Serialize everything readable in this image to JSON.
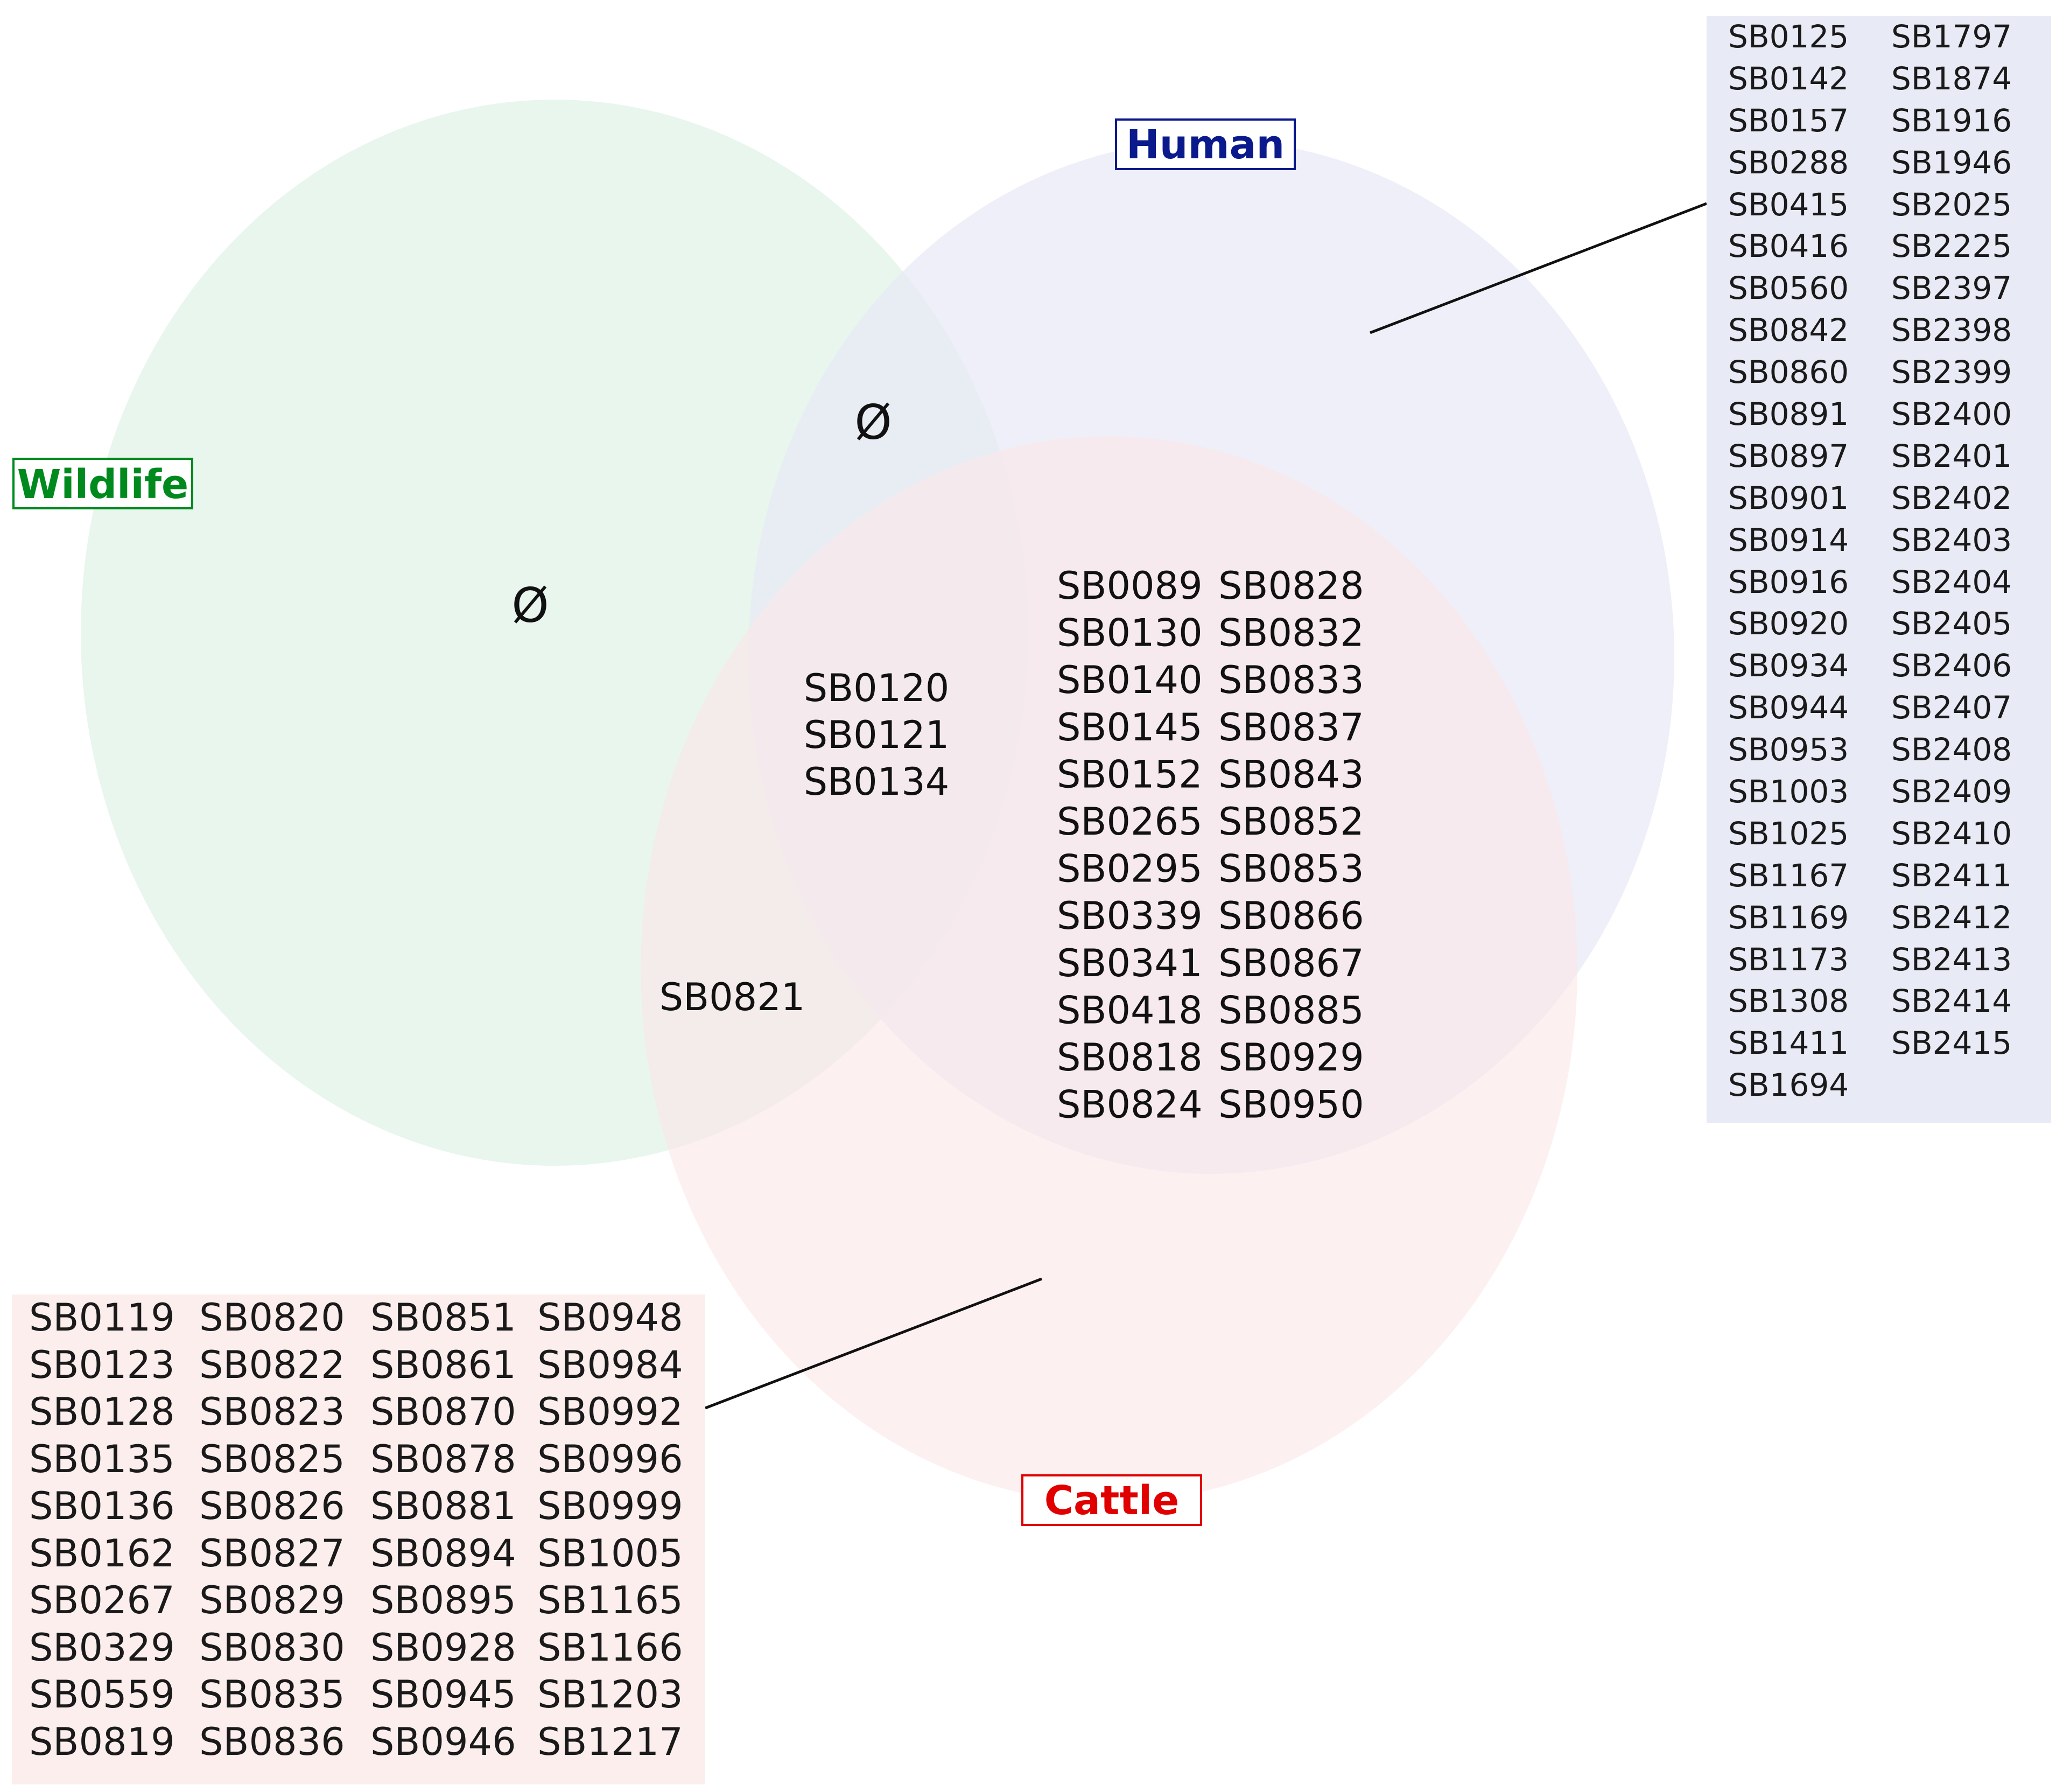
{
  "colors": {
    "wildlife_fill": "#e6f5ec",
    "human_fill": "#e8eaf5",
    "cattle_fill": "#fce6e8",
    "wildlife_label": "#008a1e",
    "human_label": "#0a1a8c",
    "cattle_label": "#e00000",
    "human_list_bg": "#e8eaf5",
    "cattle_list_bg": "#fdeeee"
  },
  "sets": {
    "wildlife": {
      "label": "Wildlife"
    },
    "human": {
      "label": "Human"
    },
    "cattle": {
      "label": "Cattle"
    }
  },
  "regions": {
    "wildlife_only": [
      "Ø"
    ],
    "wildlife_human": [
      "Ø"
    ],
    "all_three": [
      "SB0120",
      "SB0121",
      "SB0134"
    ],
    "wildlife_cattle": [
      "SB0821"
    ],
    "human_cattle": [
      [
        "SB0089",
        "SB0828"
      ],
      [
        "SB0130",
        "SB0832"
      ],
      [
        "SB0140",
        "SB0833"
      ],
      [
        "SB0145",
        "SB0837"
      ],
      [
        "SB0152",
        "SB0843"
      ],
      [
        "SB0265",
        "SB0852"
      ],
      [
        "SB0295",
        "SB0853"
      ],
      [
        "SB0339",
        "SB0866"
      ],
      [
        "SB0341",
        "SB0867"
      ],
      [
        "SB0418",
        "SB0885"
      ],
      [
        "SB0818",
        "SB0929"
      ],
      [
        "SB0824",
        "SB0950"
      ]
    ],
    "human_only": [
      [
        "SB0125",
        "SB0142",
        "SB0157",
        "SB0288",
        "SB0415",
        "SB0416",
        "SB0560",
        "SB0842",
        "SB0860",
        "SB0891",
        "SB0897",
        "SB0901",
        "SB0914",
        "SB0916",
        "SB0920",
        "SB0934",
        "SB0944",
        "SB0953",
        "SB1003",
        "SB1025",
        "SB1167",
        "SB1169",
        "SB1173",
        "SB1308",
        "SB1411",
        "SB1694"
      ],
      [
        "SB1797",
        "SB1874",
        "SB1916",
        "SB1946",
        "SB2025",
        "SB2225",
        "SB2397",
        "SB2398",
        "SB2399",
        "SB2400",
        "SB2401",
        "SB2402",
        "SB2403",
        "SB2404",
        "SB2405",
        "SB2406",
        "SB2407",
        "SB2408",
        "SB2409",
        "SB2410",
        "SB2411",
        "SB2412",
        "SB2413",
        "SB2414",
        "SB2415"
      ]
    ],
    "cattle_only": [
      [
        "SB0119",
        "SB0123",
        "SB0128",
        "SB0135",
        "SB0136",
        "SB0162",
        "SB0267",
        "SB0329",
        "SB0559",
        "SB0819"
      ],
      [
        "SB0820",
        "SB0822",
        "SB0823",
        "SB0825",
        "SB0826",
        "SB0827",
        "SB0829",
        "SB0830",
        "SB0835",
        "SB0836"
      ],
      [
        "SB0851",
        "SB0861",
        "SB0870",
        "SB0878",
        "SB0881",
        "SB0894",
        "SB0895",
        "SB0928",
        "SB0945",
        "SB0946"
      ],
      [
        "SB0948",
        "SB0984",
        "SB0992",
        "SB0996",
        "SB0999",
        "SB1005",
        "SB1165",
        "SB1166",
        "SB1203",
        "SB1217"
      ]
    ]
  }
}
